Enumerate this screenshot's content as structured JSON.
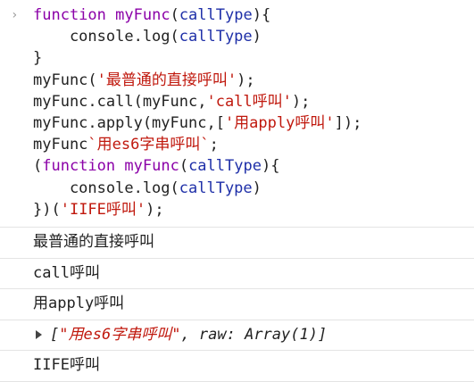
{
  "prompt_symbol": "›",
  "code_lines": [
    [
      {
        "t": "function",
        "c": "kw"
      },
      {
        "t": " ",
        "c": "pl"
      },
      {
        "t": "myFunc",
        "c": "fn"
      },
      {
        "t": "(",
        "c": "pl"
      },
      {
        "t": "callType",
        "c": "vr"
      },
      {
        "t": "){",
        "c": "pl"
      }
    ],
    [
      {
        "t": "    console.log(",
        "c": "pl"
      },
      {
        "t": "callType",
        "c": "vr"
      },
      {
        "t": ")",
        "c": "pl"
      }
    ],
    [
      {
        "t": "}",
        "c": "pl"
      }
    ],
    [
      {
        "t": "myFunc(",
        "c": "pl"
      },
      {
        "t": "'最普通的直接呼叫'",
        "c": "st"
      },
      {
        "t": ");",
        "c": "pl"
      }
    ],
    [
      {
        "t": "myFunc.call(myFunc,",
        "c": "pl"
      },
      {
        "t": "'call呼叫'",
        "c": "st"
      },
      {
        "t": ");",
        "c": "pl"
      }
    ],
    [
      {
        "t": "myFunc.apply(myFunc,[",
        "c": "pl"
      },
      {
        "t": "'用apply呼叫'",
        "c": "st"
      },
      {
        "t": "]);",
        "c": "pl"
      }
    ],
    [
      {
        "t": "myFunc",
        "c": "pl"
      },
      {
        "t": "`用es6字串呼叫`",
        "c": "st"
      },
      {
        "t": ";",
        "c": "pl"
      }
    ],
    [
      {
        "t": "(",
        "c": "pl"
      },
      {
        "t": "function",
        "c": "kw"
      },
      {
        "t": " ",
        "c": "pl"
      },
      {
        "t": "myFunc",
        "c": "fn"
      },
      {
        "t": "(",
        "c": "pl"
      },
      {
        "t": "callType",
        "c": "vr"
      },
      {
        "t": "){",
        "c": "pl"
      }
    ],
    [
      {
        "t": "    console.log(",
        "c": "pl"
      },
      {
        "t": "callType",
        "c": "vr"
      },
      {
        "t": ")",
        "c": "pl"
      }
    ],
    [
      {
        "t": "})(",
        "c": "pl"
      },
      {
        "t": "'IIFE呼叫'",
        "c": "st"
      },
      {
        "t": ");",
        "c": "pl"
      }
    ]
  ],
  "outputs": [
    {
      "text": "最普通的直接呼叫"
    },
    {
      "text": "call呼叫"
    },
    {
      "text": "用apply呼叫"
    },
    {
      "array": {
        "open": "[",
        "string": "\"用es6字串呼叫\"",
        "rest": ", raw: Array(1)]"
      }
    },
    {
      "text": "IIFE呼叫"
    }
  ]
}
